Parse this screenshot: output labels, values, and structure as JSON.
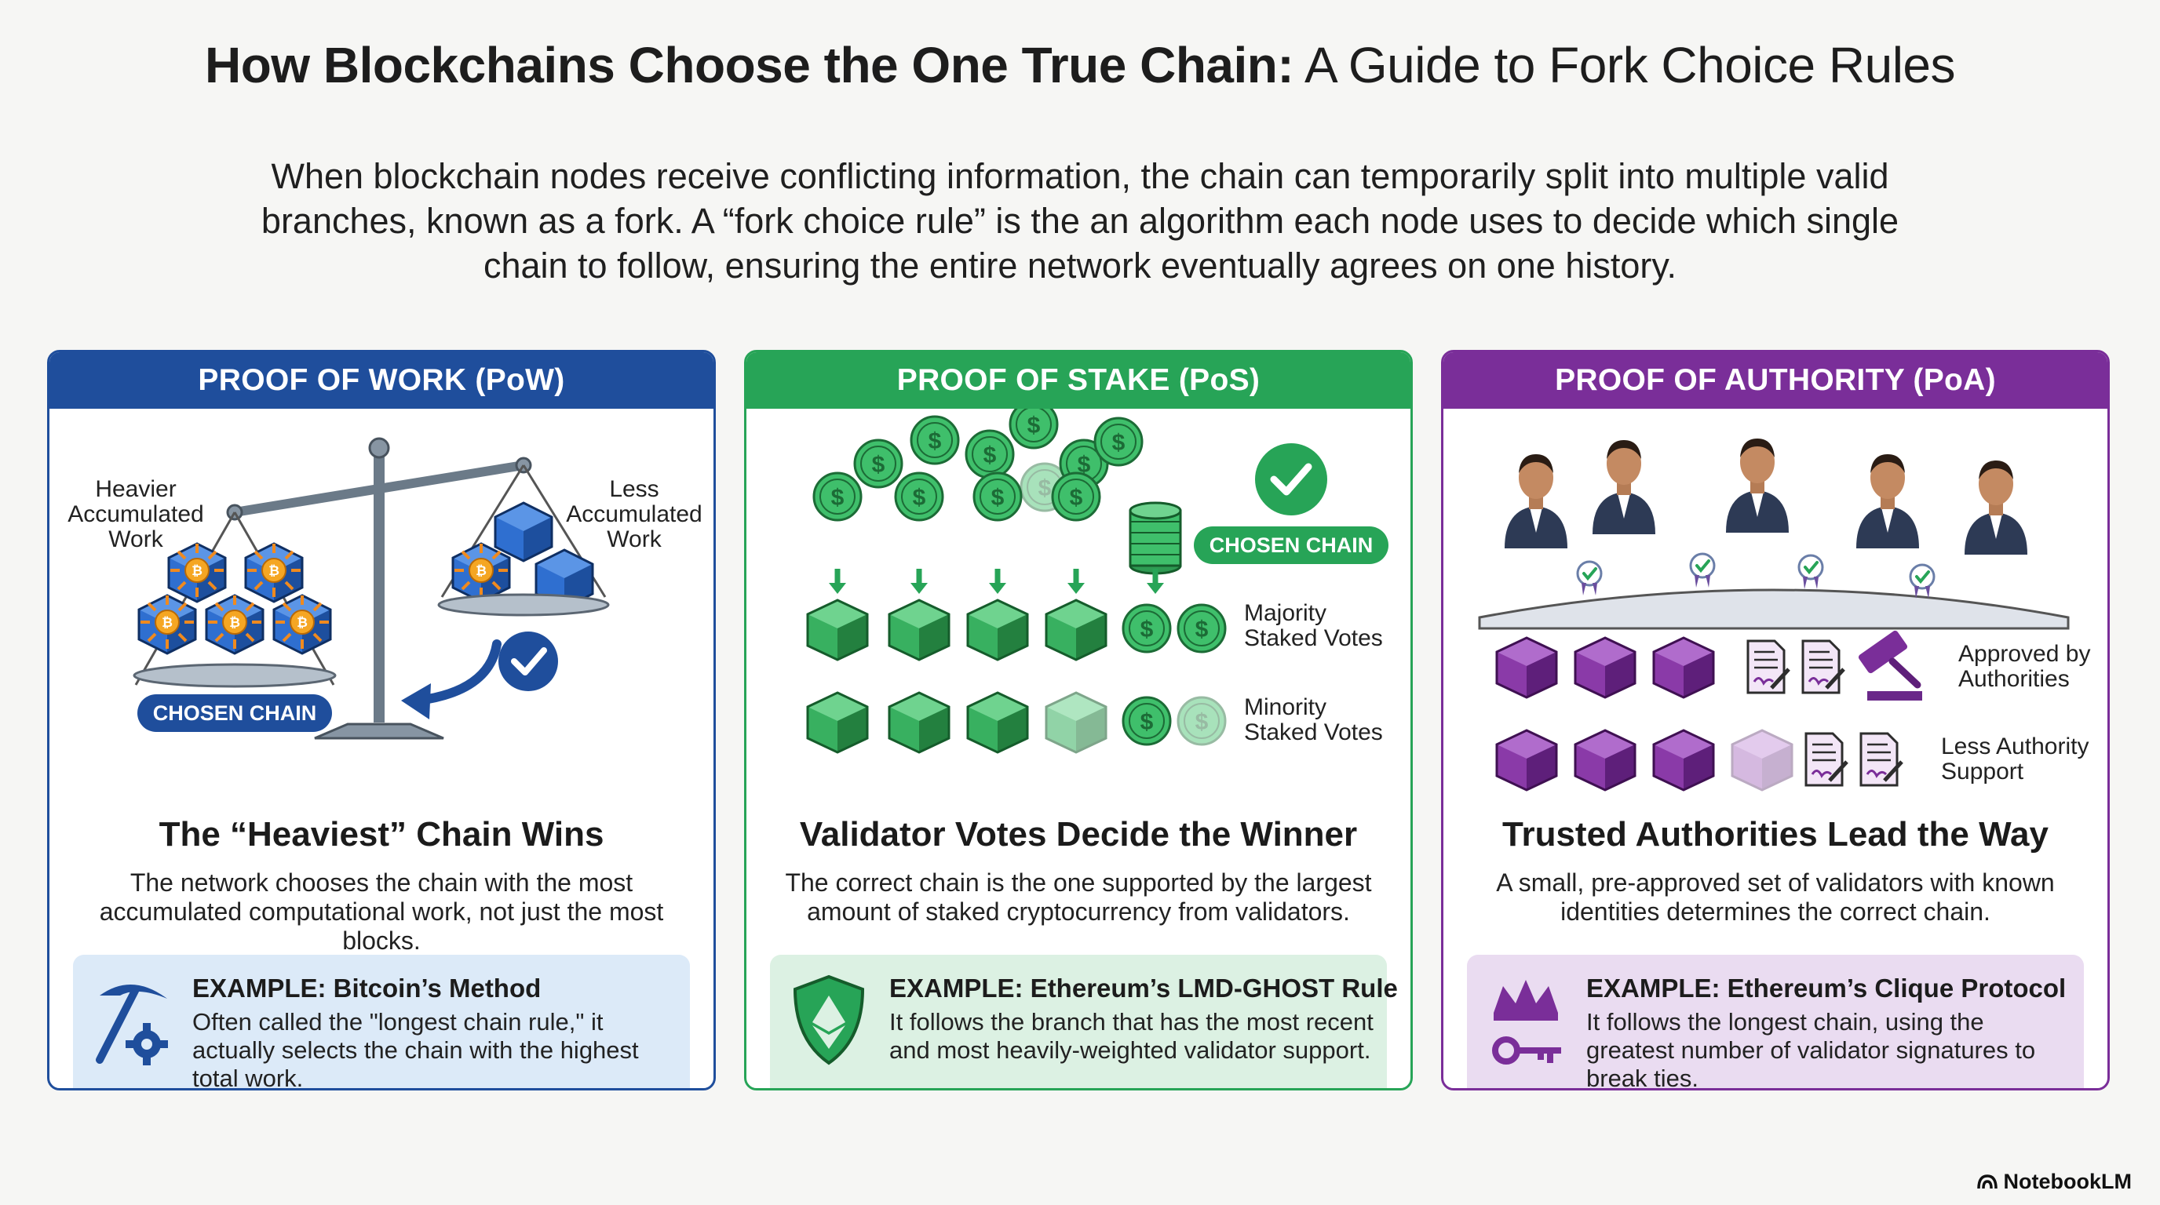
{
  "title": {
    "bold": "How Blockchains Choose the One True Chain:",
    "light": " A Guide to Fork Choice Rules"
  },
  "intro": "When blockchain nodes receive conflicting information, the chain can temporarily split into multiple valid branches, known as a fork. A “fork choice rule” is the an algorithm each node uses to decide which single chain to follow, ensuring the entire network eventually agrees on one history.",
  "colors": {
    "pow": "#1f4e9c",
    "pos": "#27a457",
    "poa": "#7a2e99"
  },
  "cards": {
    "pow": {
      "header": "PROOF OF WORK (PoW)",
      "label_heavier": [
        "Heavier",
        "Accumulated",
        "Work"
      ],
      "label_less": [
        "Less",
        "Accumulated",
        "Work"
      ],
      "chosen": "CHOSEN CHAIN",
      "heading": "The “Heaviest” Chain Wins",
      "desc": "The network chooses the chain with the most accumulated computational work, not just the most blocks.",
      "example_title": "EXAMPLE: Bitcoin’s Method",
      "example_text": "Often called the \"longest chain rule,\" it actually selects the chain with the highest total work.",
      "icons": [
        "scale-icon",
        "pickaxe-icon",
        "gear-icon",
        "checkmark-icon"
      ]
    },
    "pos": {
      "header": "PROOF OF STAKE (PoS)",
      "chosen": "CHOSEN CHAIN",
      "label_majority": [
        "Majority",
        "Staked Votes"
      ],
      "label_minority": [
        "Minority",
        "Staked Votes"
      ],
      "heading": "Validator Votes Decide the Winner",
      "desc": "The correct chain is the one supported by the largest amount of staked cryptocurrency from validators.",
      "example_title": "EXAMPLE: Ethereum’s LMD-GHOST Rule",
      "example_text": "It follows the branch that has the most recent and most heavily-weighted validator support.",
      "icons": [
        "dollar-coin-icon",
        "coin-stack-icon",
        "checkmark-icon",
        "ethereum-shield-icon"
      ]
    },
    "poa": {
      "header": "PROOF OF AUTHORITY (PoA)",
      "label_approved": [
        "Approved by",
        "Authorities"
      ],
      "label_less": [
        "Less Authority",
        "Support"
      ],
      "heading": "Trusted Authorities Lead the Way",
      "desc": "A small, pre-approved set of validators with known identities determines the correct chain.",
      "example_title": "EXAMPLE: Ethereum’s Clique Protocol",
      "example_text": "It follows the longest chain, using the greatest number of validator signatures to break ties.",
      "icons": [
        "authority-person-icon",
        "gavel-icon",
        "signed-document-icon",
        "crown-icon",
        "key-icon"
      ]
    }
  },
  "brand": "NotebookLM"
}
